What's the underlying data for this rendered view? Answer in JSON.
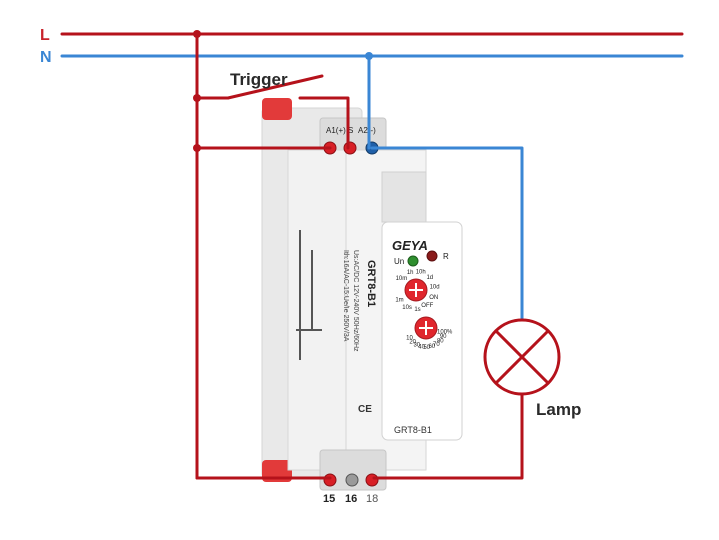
{
  "lines": {
    "live": "L",
    "neutral": "N"
  },
  "labels": {
    "trigger": "Trigger",
    "lamp": "Lamp"
  },
  "relay": {
    "brand": "GEYA",
    "model_front": "GRT8-B1",
    "model_side": "GRT8-B1",
    "terminal_a1": "A1(+)",
    "terminal_s": "S",
    "terminal_a2": "A2(-)",
    "terminal_15": "15",
    "terminal_16": "16",
    "terminal_18": "18",
    "led_un": "Un",
    "led_r": "R",
    "dial_time_labels": [
      "10m",
      "1h",
      "10h",
      "1d",
      "10d",
      "ON",
      "OFF",
      "1s",
      "10s",
      "1m"
    ],
    "dial_pct_labels": [
      "10",
      "20",
      "30",
      "40",
      "50",
      "60",
      "70",
      "80",
      "90",
      "100%"
    ],
    "side_spec_1": "Us:AC/DC 12V-240V 50Hz/60Hz",
    "side_spec_2": "Ith:16A/AC-15:Ue/Ie 250V/3A",
    "ce_mark": "CE"
  },
  "colors": {
    "live_wire": "#b5121b",
    "neutral_wire": "#3a86d4",
    "label_live": "#c8232b",
    "label_neutral": "#3a86d4",
    "relay_body": "#eeeeee",
    "dial_red": "#e0262d"
  }
}
